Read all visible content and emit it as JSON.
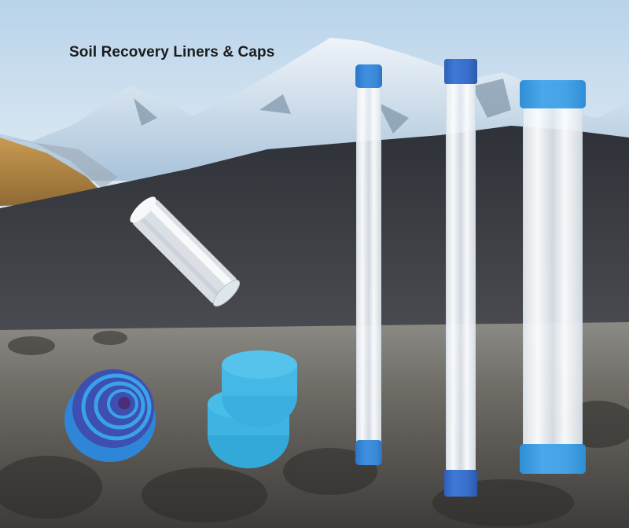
{
  "title": "Soil Recovery Liners & Caps",
  "colors": {
    "sky": "#cfe1f0",
    "cap_dark_blue": "#3a6fcc",
    "cap_light_blue": "#45a2e6",
    "cap_cyan": "#3fb0e0",
    "hills": "#3a3d44",
    "title_text": "#1b1b1b"
  },
  "products": [
    {
      "name": "angled-short-liner",
      "type": "liner"
    },
    {
      "name": "nested-end-caps",
      "type": "cap"
    },
    {
      "name": "stacked-end-caps",
      "type": "cap"
    },
    {
      "name": "tall-liner-narrow",
      "type": "liner"
    },
    {
      "name": "tall-liner-medium",
      "type": "liner"
    },
    {
      "name": "tall-liner-wide",
      "type": "liner"
    }
  ]
}
